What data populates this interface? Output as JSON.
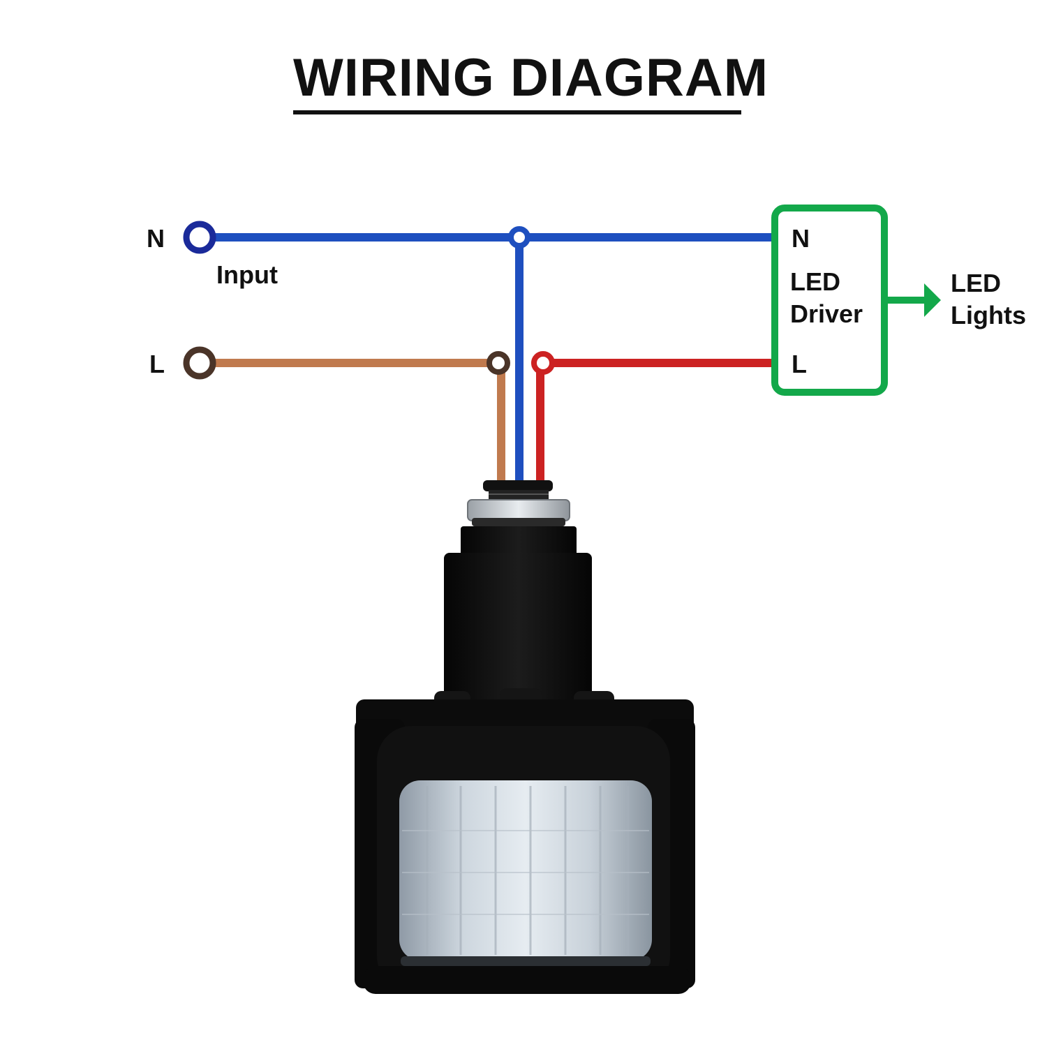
{
  "title": "WIRING DIAGRAM",
  "input": {
    "neutral_label": "N",
    "live_label": "L",
    "input_label": "Input"
  },
  "driver": {
    "n_label": "N",
    "name_line1": "LED",
    "name_line2": "Driver",
    "l_label": "L"
  },
  "output": {
    "line1": "LED",
    "line2": "Lights"
  },
  "colors": {
    "neutral_wire": "#1e4fbf",
    "live_wire": "#c07a4e",
    "switched_live_wire": "#cc2222",
    "driver_box": "#13a84a",
    "terminal_n": "#1a2a9a",
    "terminal_l": "#4a3428"
  }
}
